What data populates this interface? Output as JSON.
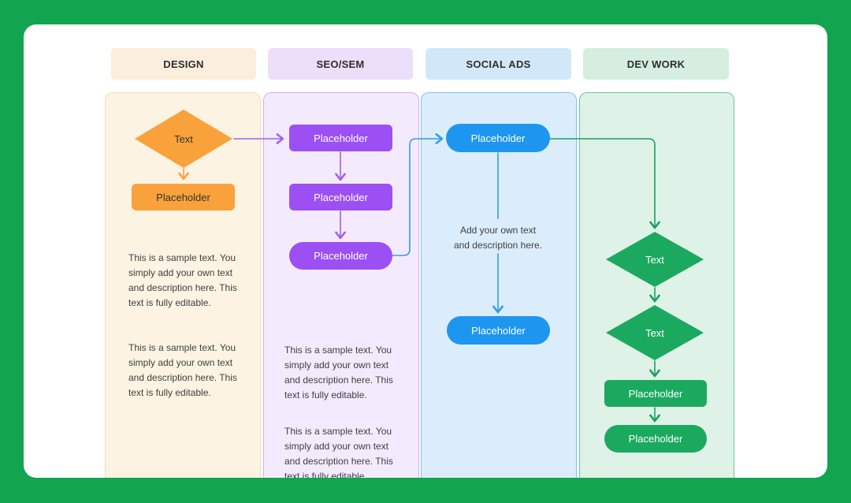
{
  "page": {
    "background": "#12a44f",
    "card_background": "#ffffff",
    "body_text_color": "#3f3f3f",
    "header_text_color": "#2e2e2e"
  },
  "columns": [
    {
      "id": "design",
      "header": "DESIGN",
      "colors": {
        "header_bg": "#fbeedc",
        "lane_bg": "#fcf3e3",
        "lane_border": "#f6dcae",
        "node_fill": "#f9a23b",
        "connector": "#f9a23b",
        "node_text": "#38332c"
      }
    },
    {
      "id": "seo",
      "header": "SEO/SEM",
      "colors": {
        "header_bg": "#ebdff9",
        "lane_bg": "#f4eafd",
        "lane_border": "#cdb0f5",
        "node_fill": "#9c4ff2",
        "connector": "#a25ff0",
        "node_text": "#ffffff"
      }
    },
    {
      "id": "social",
      "header": "SOCIAL ADS",
      "colors": {
        "header_bg": "#d2e8f8",
        "lane_bg": "#dbedfb",
        "lane_border": "#7fc2f2",
        "node_fill": "#1d96f0",
        "connector": "#2f9cef",
        "node_text": "#ffffff"
      }
    },
    {
      "id": "dev",
      "header": "DEV WORK",
      "colors": {
        "header_bg": "#d5eedf",
        "lane_bg": "#dff2e8",
        "lane_border": "#66c794",
        "node_fill": "#1ba95f",
        "connector": "#18a35a",
        "node_text": "#ffffff"
      }
    }
  ],
  "nodes": {
    "design_diamond": "Text",
    "design_rect": "Placeholder",
    "seo_rect_1": "Placeholder",
    "seo_rect_2": "Placeholder",
    "seo_pill": "Placeholder",
    "social_pill_1": "Placeholder",
    "social_pill_2": "Placeholder",
    "dev_diamond_1": "Text",
    "dev_diamond_2": "Text",
    "dev_rect": "Placeholder",
    "dev_pill": "Placeholder"
  },
  "texts": {
    "sample": "This is a sample text. You simply add your own text and description here. This text is fully editable.",
    "social_note_line_1": "Add your own text",
    "social_note_line_2": "and description here."
  }
}
